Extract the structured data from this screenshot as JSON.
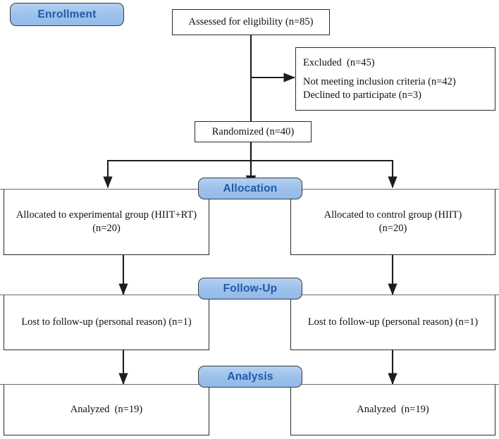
{
  "diagram": {
    "title": "CONSORT participant flow diagram",
    "type": "flowchart",
    "accent_color": "#9cc0ea",
    "accent_text_color": "#1f5aa8",
    "line_color": "#2b2b2b",
    "background": "#ffffff"
  },
  "phases": {
    "enrollment": "Enrollment",
    "allocation": "Allocation",
    "followup": "Follow-Up",
    "analysis": "Analysis"
  },
  "nodes": {
    "assessed": {
      "lines": [
        "Assessed for eligibility (n=85)"
      ],
      "n": 85
    },
    "excluded": {
      "lines": [
        "Excluded  (n=45)",
        "Not meeting inclusion criteria (n=42)",
        "Declined to participate (n=3)"
      ],
      "n": 45,
      "not_meeting_inclusion_criteria": 42,
      "declined_to_participate": 3
    },
    "randomized": {
      "lines": [
        "Randomized (n=40)"
      ],
      "n": 40
    },
    "alloc_experimental": {
      "lines": [
        "Allocated to experimental group (HIIT+RT)",
        "(n=20)"
      ],
      "n": 20
    },
    "alloc_control": {
      "lines": [
        "Allocated to control group (HIIT)",
        "(n=20)"
      ],
      "n": 20
    },
    "followup_experimental": {
      "lines": [
        "Lost to follow-up (personal reason) (n=1)"
      ],
      "n": 1
    },
    "followup_control": {
      "lines": [
        "Lost to follow-up (personal reason) (n=1)"
      ],
      "n": 1
    },
    "analyzed_experimental": {
      "lines": [
        "Analyzed  (n=19)"
      ],
      "n": 19
    },
    "analyzed_control": {
      "lines": [
        "Analyzed  (n=19)"
      ],
      "n": 19
    }
  }
}
